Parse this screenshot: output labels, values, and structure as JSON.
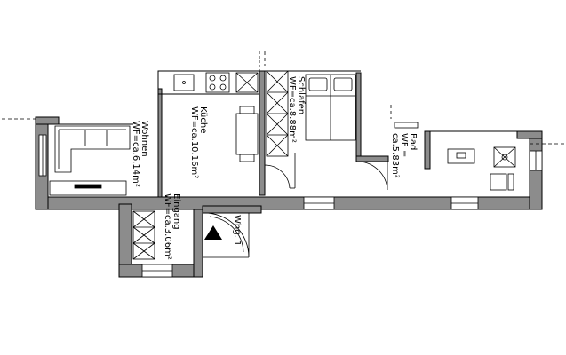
{
  "rooms": {
    "wohnen": {
      "name": "Wohnen",
      "area": "WF=ca.6.14m²"
    },
    "kueche": {
      "name": "Küche",
      "area": "WF=ca.10.16m²"
    },
    "schlafen": {
      "name": "Schlafen",
      "area": "WF=ca.8.88m²"
    },
    "bad": {
      "name": "Bad",
      "area_line1": "WF =",
      "area_line2": "ca.5.83m²"
    },
    "eingang": {
      "name": "Eingang",
      "area": "WF=ca.3.06m²"
    }
  },
  "unit_label": "Whg. 1",
  "colors": {
    "wall_fill": "#8c8c8c",
    "line": "#000000",
    "background": "#ffffff"
  }
}
